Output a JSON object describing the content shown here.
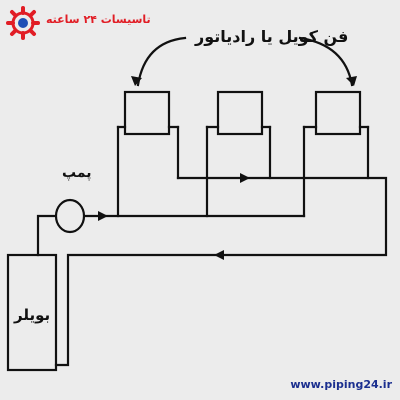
{
  "title": "فن کویل یا رادیاتور",
  "pump_label": "پمپ",
  "boiler_label": "بویلر",
  "website": "www.piping24.ir",
  "logo": {
    "text": "تاسیسات ۲۴ ساعته",
    "color": "#e11d25"
  },
  "colors": {
    "background": "#ececec",
    "line": "#111111",
    "website_text": "#1b2f8f"
  },
  "icons": [
    "gear-logo-icon",
    "pump-icon",
    "flow-arrow-icon",
    "radiator-icon",
    "boiler-icon"
  ]
}
